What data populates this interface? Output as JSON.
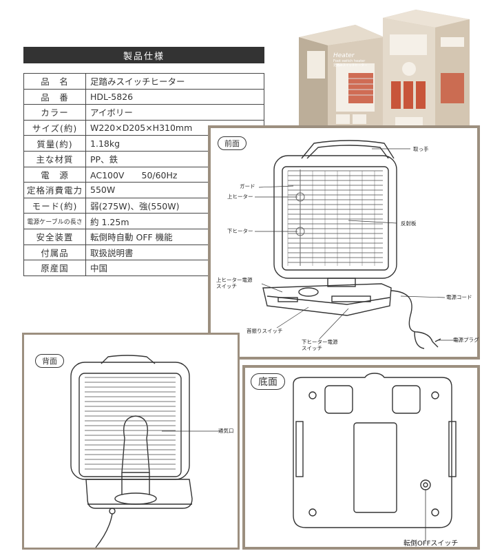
{
  "spec": {
    "header": "製品仕様",
    "rows": [
      {
        "key": "品　名",
        "value": "足踏みスイッチヒーター"
      },
      {
        "key": "品　番",
        "value": "HDL-5826"
      },
      {
        "key": "カラー",
        "value": "アイボリー"
      },
      {
        "key": "サイズ(約)",
        "value": "W220×D205×H310mm"
      },
      {
        "key": "質量(約)",
        "value": "1.18kg"
      },
      {
        "key": "主な材質",
        "value": "PP、鉄"
      },
      {
        "key": "電　源",
        "value": "AC100V　　50/60Hz"
      },
      {
        "key": "定格消費電力",
        "value": "550W"
      },
      {
        "key": "モード(約)",
        "value": "弱(275W)、強(550W)"
      },
      {
        "key": "電源ケーブルの長さ",
        "value": "約 1.25m"
      },
      {
        "key": "安全装置",
        "value": "転倒時自動 OFF 機能"
      },
      {
        "key": "付属品",
        "value": "取扱説明書"
      },
      {
        "key": "原産国",
        "value": "中国"
      }
    ]
  },
  "package": {
    "brand": "Heater",
    "line1": "Foot switch heater",
    "line2": "足踏みスイッチヒーター"
  },
  "front": {
    "title": "前面",
    "labels": {
      "handle": "取っ手",
      "guard": "ガード",
      "upper_heater": "上ヒーター",
      "reflector": "反射板",
      "lower_heater": "下ヒーター",
      "upper_switch_1": "上ヒーター電源",
      "upper_switch_2": "スイッチ",
      "power_cord": "電源コード",
      "swing_switch": "首振りスイッチ",
      "lower_switch_1": "下ヒーター電源",
      "lower_switch_2": "スイッチ",
      "power_plug": "電源プラグ"
    }
  },
  "back": {
    "title": "背面",
    "labels": {
      "vent": "通気口"
    }
  },
  "bottom": {
    "title": "底面",
    "labels": {
      "tip_switch": "転倒OFFスイッチ"
    }
  },
  "colors": {
    "header_bg": "#333333",
    "panel_border": "#9c8f7f",
    "box_beige": "#d8ccbb",
    "heater_glow": "#c8553a"
  }
}
